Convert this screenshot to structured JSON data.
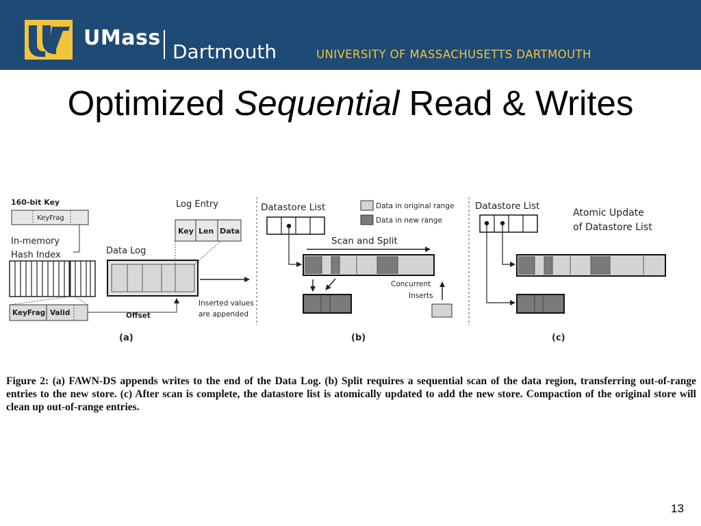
{
  "header": {
    "brand": "UMass",
    "campus": "Dartmouth",
    "university": "UNIVERSITY OF MASSACHUSETTS DARTMOUTH",
    "logo_icon": "umass-dartmouth-logo-icon",
    "background_color": "#1e4a76",
    "accent_color": "#f2c33c"
  },
  "slide": {
    "title_pre": "Optimized",
    "title_italic": "Sequential",
    "title_post": "Read & Writes",
    "page_number": "13"
  },
  "figure": {
    "a": {
      "key_label": "160-bit Key",
      "keyfrag": "KeyFrag",
      "hash_index_line1": "In-memory",
      "hash_index_line2": "Hash Index",
      "bucket_keyfrag": "KeyFrag",
      "bucket_valid": "Valid",
      "data_log": "Data Log",
      "log_entry": "Log Entry",
      "log_key": "Key",
      "log_len": "Len",
      "log_data": "Data",
      "offset": "Offset",
      "inserted_line1": "Inserted values",
      "inserted_line2": "are appended",
      "label": "(a)"
    },
    "b": {
      "datastore_list": "Datastore List",
      "legend_original": "Data in original range",
      "legend_new": "Data in new range",
      "scan_split": "Scan and Split",
      "concurrent_line1": "Concurrent",
      "concurrent_line2": "Inserts",
      "label": "(b)"
    },
    "c": {
      "datastore_list": "Datastore List",
      "atomic_line1": "Atomic Update",
      "atomic_line2": "of Datastore List",
      "label": "(c)"
    },
    "colors": {
      "original_range": "#d4d4d4",
      "new_range": "#7a7a7a"
    }
  },
  "caption": "Figure 2:  (a) FAWN-DS appends writes to the end of the Data Log.  (b) Split requires a sequential scan of the data region, transferring out-of-range entries to the new store.  (c) After scan is complete, the datastore list is atomically updated to add the new store. Compaction of the original store will clean up out-of-range entries."
}
